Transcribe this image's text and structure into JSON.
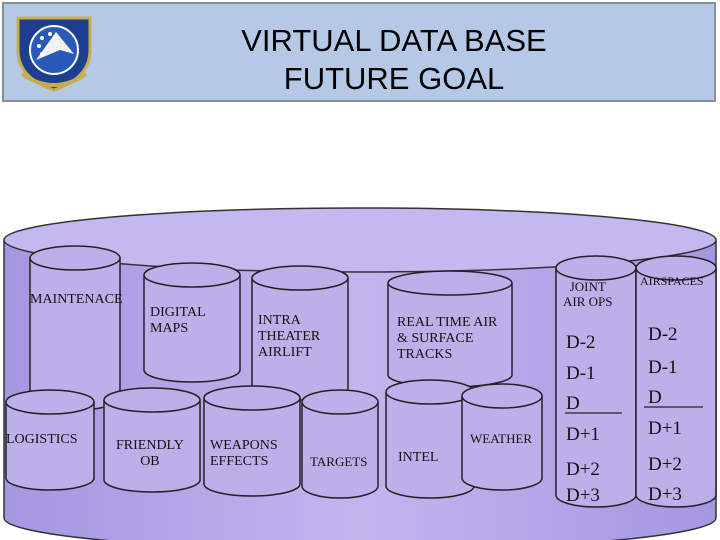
{
  "header": {
    "title_line1": "VIRTUAL DATA BASE",
    "title_line2": "FUTURE GOAL",
    "emblem": "air-force-shield-emblem"
  },
  "databases": {
    "maintenace": "MAINTENACE",
    "digital_maps": "DIGITAL\nMAPS",
    "intra_theater_airlift": "INTRA\nTHEATER\nAIRLIFT",
    "real_time_tracks": "REAL TIME AIR\n& SURFACE\nTRACKS",
    "logistics": "LOGISTICS",
    "friendly_ob": "FRIENDLY\nOB",
    "weapons_effects": "WEAPONS\nEFFECTS",
    "targets": "TARGETS",
    "intel": "INTEL",
    "weather": "WEATHER"
  },
  "joint_air_ops": {
    "title": "JOINT\nAIR OPS",
    "days": [
      "D-2",
      "D-1",
      "D",
      "D+1",
      "D+2",
      "D+3"
    ]
  },
  "airspaces": {
    "title": "AIRSPACES",
    "days": [
      "D-2",
      "D-1",
      "D",
      "D+1",
      "D+2",
      "D+3"
    ]
  },
  "colors": {
    "header_bg": "#b5c9e6",
    "base_fill": "#b5a6e8",
    "cylinder_fill": "#bdb0ea",
    "outline": "#222222"
  }
}
